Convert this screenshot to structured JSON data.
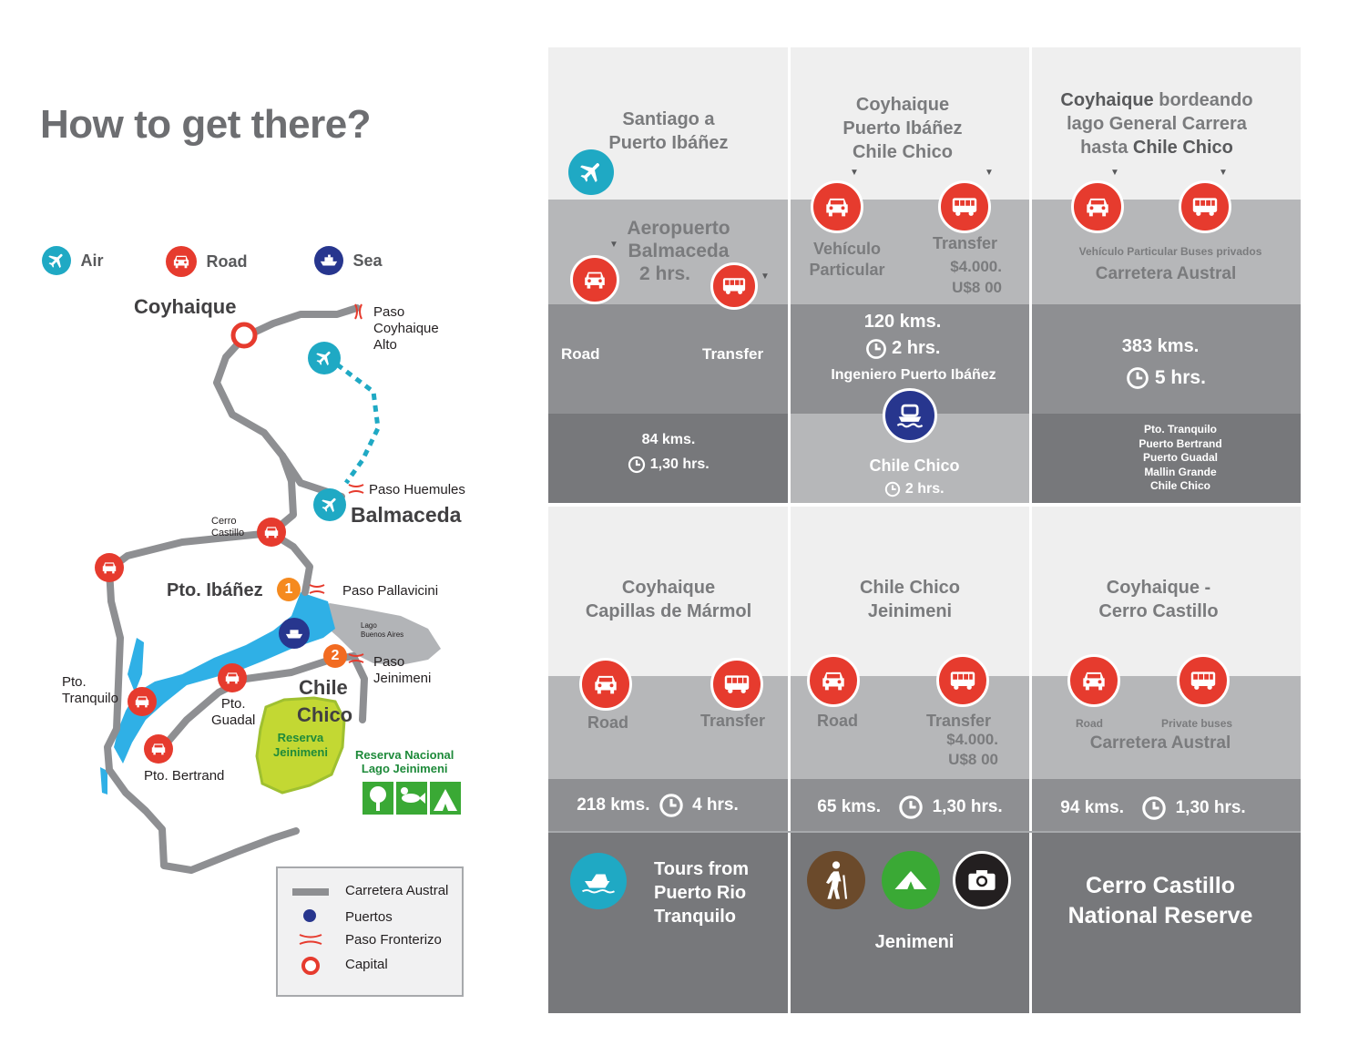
{
  "title": "How to get there?",
  "legend": {
    "air": "Air",
    "road": "Road",
    "sea": "Sea"
  },
  "map": {
    "coyhaique": "Coyhaique",
    "paso_coyhaique_alto": [
      "Paso",
      "Coyhaique",
      "Alto"
    ],
    "paso_huemules": "Paso Huemules",
    "balmaceda": "Balmaceda",
    "cerro_castillo": [
      "Cerro",
      "Castillo"
    ],
    "pto_ibanez": "Pto. Ibáñez",
    "paso_pallavicini": "Paso Pallavicini",
    "lago_buenos_aires": [
      "Lago",
      "Buenos Aires"
    ],
    "paso_jeinimeni": [
      "Paso",
      "Jeinimeni"
    ],
    "chile_chico": [
      "Chile",
      "Chico"
    ],
    "pto_tranquilo": [
      "Pto.",
      "Tranquilo"
    ],
    "pto_guadal": [
      "Pto.",
      "Guadal"
    ],
    "pto_bertrand": "Pto. Bertrand",
    "reserva_jeinimeni": [
      "Reserva",
      "Jeinimeni"
    ],
    "reserva_nacional": [
      "Reserva Nacional",
      "Lago Jeinimeni"
    ],
    "marker_1": "1",
    "marker_2": "2"
  },
  "map_key": {
    "carretera": "Carretera Austral",
    "puertos": "Puertos",
    "paso": "Paso Fronterizo",
    "capital": "Capital"
  },
  "colors": {
    "air": "#1fa9c4",
    "road": "#e63b2e",
    "sea": "#27368e",
    "green": "#3aa935",
    "hike": "#6b4a2b",
    "orange": "#f58a1f"
  },
  "cards": {
    "c1": {
      "title": [
        "Santiago a",
        "Puerto Ibáñez"
      ],
      "sub": [
        "Aeropuerto",
        "Balmaceda",
        "2 hrs."
      ],
      "road": "Road",
      "transfer": "Transfer",
      "kms": "84 kms.",
      "time": "1,30 hrs."
    },
    "c2": {
      "title": [
        "Coyhaique",
        "Puerto Ibáñez",
        "Chile Chico"
      ],
      "vehicle": [
        "Vehículo",
        "Particular"
      ],
      "transfer": "Transfer",
      "price": [
        "$4.000.",
        "U$8 00"
      ],
      "kms": "120 kms.",
      "time": "2  hrs.",
      "place": "Ingeniero Puerto Ibáñez",
      "dest": "Chile Chico",
      "dest_time": "2  hrs."
    },
    "c3": {
      "title_a": "Coyhaique",
      "title_b": "bordeando",
      "title2": "lago General Carrera",
      "title3_a": "hasta",
      "title3_b": "Chile Chico",
      "modes": "Vehículo Particular Buses privados",
      "route": "Carretera Austral",
      "kms": "383 kms.",
      "time": "5  hrs.",
      "stops": [
        "Pto. Tranquilo",
        "Puerto Bertrand",
        "Puerto Guadal",
        "Mallin Grande",
        "Chile Chico"
      ]
    },
    "c4": {
      "title": [
        "Coyhaique",
        "Capillas de Mármol"
      ],
      "road": "Road",
      "transfer": "Transfer",
      "kms": "218 kms.",
      "time": "4  hrs.",
      "tours": [
        "Tours from",
        "Puerto Rio",
        "Tranquilo"
      ]
    },
    "c5": {
      "title": [
        "Chile Chico",
        "Jeinimeni"
      ],
      "road": "Road",
      "transfer": "Transfer",
      "price": [
        "$4.000.",
        "U$8 00"
      ],
      "kms": "65 kms.",
      "time": "1,30 hrs.",
      "place": "Jenimeni"
    },
    "c6": {
      "title": [
        "Coyhaique -",
        "Cerro Castillo"
      ],
      "road": "Road",
      "buses": "Private buses",
      "route": "Carretera Austral",
      "kms": "94 kms.",
      "time": "1,30 hrs.",
      "reserve": [
        "Cerro Castillo",
        "National Reserve"
      ]
    }
  }
}
